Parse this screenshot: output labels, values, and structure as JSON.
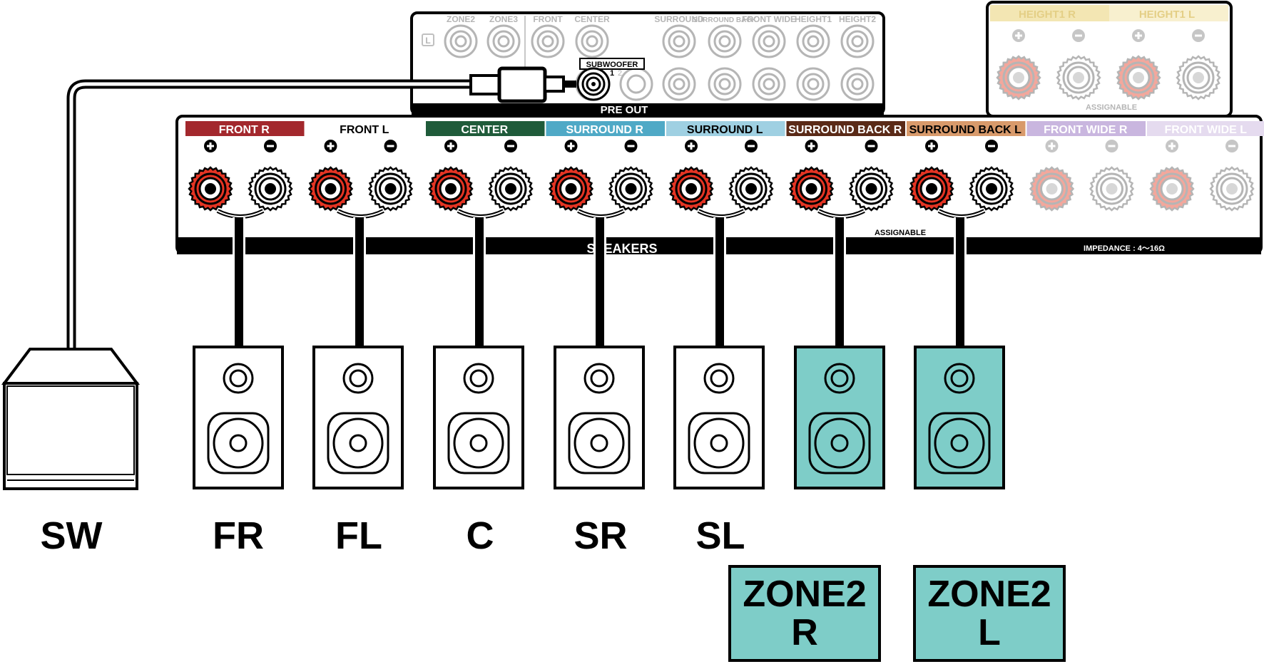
{
  "pre_out": {
    "title": "PRE OUT",
    "lr_mark": "L",
    "jack_labels": [
      "ZONE2",
      "ZONE3",
      "FRONT",
      "CENTER",
      "SURROUND",
      "SURROUND BACK",
      "FRONT WIDE",
      "HEIGHT1",
      "HEIGHT2"
    ],
    "subwoofer_label": "SUBWOOFER",
    "subwoofer_nums": [
      "1",
      "2"
    ]
  },
  "height_panel": {
    "terminals": [
      {
        "name": "HEIGHT1",
        "side": "R"
      },
      {
        "name": "HEIGHT1",
        "side": "L"
      }
    ],
    "assignable": "ASSIGNABLE"
  },
  "speaker_terminals": [
    {
      "name": "FRONT",
      "side": "R",
      "color": "#a3282d",
      "text_color": "#ffffff",
      "active": true
    },
    {
      "name": "FRONT",
      "side": "L",
      "color": "#ffffff",
      "text_color": "#000000",
      "active": true
    },
    {
      "name": "CENTER",
      "side": "",
      "color": "#1f5b3a",
      "text_color": "#ffffff",
      "active": true
    },
    {
      "name": "SURROUND",
      "side": "R",
      "color": "#4fa9c6",
      "text_color": "#ffffff",
      "active": true
    },
    {
      "name": "SURROUND",
      "side": "L",
      "color": "#9fd0e2",
      "text_color": "#000000",
      "active": true
    },
    {
      "name": "SURROUND BACK",
      "side": "R",
      "color": "#5a2a17",
      "text_color": "#ffffff",
      "active": true
    },
    {
      "name": "SURROUND BACK",
      "side": "L",
      "color": "#d89a6b",
      "text_color": "#000000",
      "active": true
    },
    {
      "name": "FRONT WIDE",
      "side": "R",
      "color": "#c9b6df",
      "text_color": "#ffffff",
      "active": false
    },
    {
      "name": "FRONT WIDE",
      "side": "L",
      "color": "#e5dbef",
      "text_color": "#ffffff",
      "active": false
    }
  ],
  "speakers_bar": {
    "label": "SPEAKERS",
    "assignable": "ASSIGNABLE",
    "impedance": "IMPEDANCE : 4～16Ω"
  },
  "speakers": [
    {
      "label": "SW",
      "type": "subwoofer"
    },
    {
      "label": "FR",
      "type": "speaker",
      "color": "#ffffff"
    },
    {
      "label": "FL",
      "type": "speaker",
      "color": "#ffffff"
    },
    {
      "label": "C",
      "type": "speaker",
      "color": "#ffffff"
    },
    {
      "label": "SR",
      "type": "speaker",
      "color": "#ffffff"
    },
    {
      "label": "SL",
      "type": "speaker",
      "color": "#ffffff"
    },
    {
      "label": "",
      "type": "speaker",
      "color": "#7ecdc8"
    },
    {
      "label": "",
      "type": "speaker",
      "color": "#7ecdc8"
    }
  ],
  "zones": [
    {
      "line1": "ZONE2",
      "line2": "R"
    },
    {
      "line1": "ZONE2",
      "line2": "L"
    }
  ],
  "colors": {
    "plus_red": "#e53423",
    "outline": "#000000",
    "ghost": "#b5b5b5",
    "zone_teal": "#7ecdc8"
  }
}
